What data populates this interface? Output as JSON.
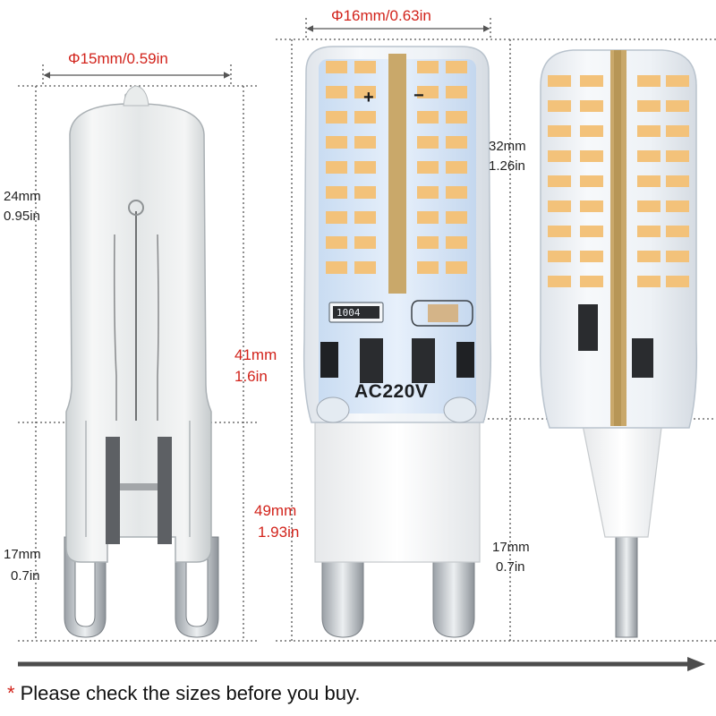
{
  "dimensions": {
    "halogen_width": "Φ15mm/0.59in",
    "led_width": "Φ16mm/0.63in",
    "halogen_upper_mm": "24mm",
    "halogen_upper_in": "0.95in",
    "halogen_lower_mm": "17mm",
    "halogen_lower_in": "0.7in",
    "halogen_total_mm": "41mm",
    "halogen_total_in": "1.6in",
    "led_total_mm": "49mm",
    "led_total_in": "1.93in",
    "led_upper_mm": "32mm",
    "led_upper_in": "1.26in",
    "led_lower_mm": "17mm",
    "led_lower_in": "0.7in"
  },
  "pcb_labels": {
    "resistor": "1004",
    "voltage": "AC220V",
    "plus": "+",
    "minus": "−"
  },
  "notice": {
    "star": "*",
    "text": "Please check the sizes before you buy."
  },
  "colors": {
    "accent_red": "#d2231b",
    "led_chip": "#f3c27a",
    "pcb_stripe": "#c9a86a",
    "arrow": "#444444"
  }
}
